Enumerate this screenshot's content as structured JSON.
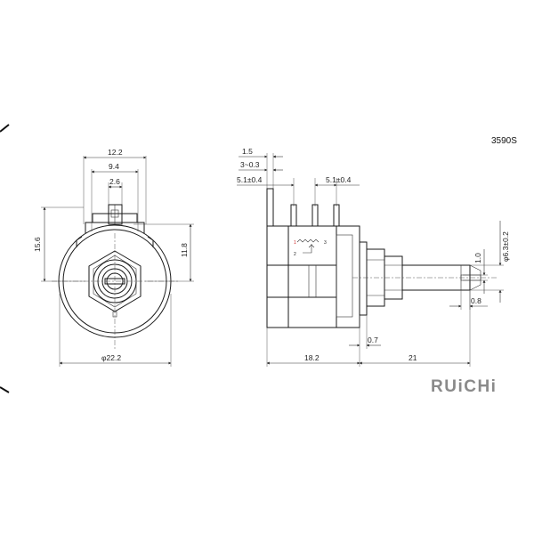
{
  "model": "3590S",
  "brand": "RUiCHi",
  "front_view": {
    "dim_width_top": "12.2",
    "dim_width_mid": "9.4",
    "dim_width_small": "2.6",
    "dim_height_left": "15.6",
    "dim_height_right": "11.8",
    "dim_diameter": "φ22.2"
  },
  "side_view": {
    "dim_a": "1.5",
    "dim_b": "3~0.3",
    "dim_c_left": "5.1±0.4",
    "dim_c_right": "5.1±0.4",
    "dim_shaft_dia": "φ6.3±0.2",
    "dim_slot": "1.0",
    "dim_slot_depth": "0.8",
    "dim_flange": "0.7",
    "dim_body": "18.2",
    "dim_shaft": "21",
    "pin_1": "1",
    "pin_2": "2",
    "pin_3": "3"
  },
  "colors": {
    "line": "#1a1a1a",
    "logo": "#8a8a8a",
    "pin_mark": "#cc2222"
  }
}
